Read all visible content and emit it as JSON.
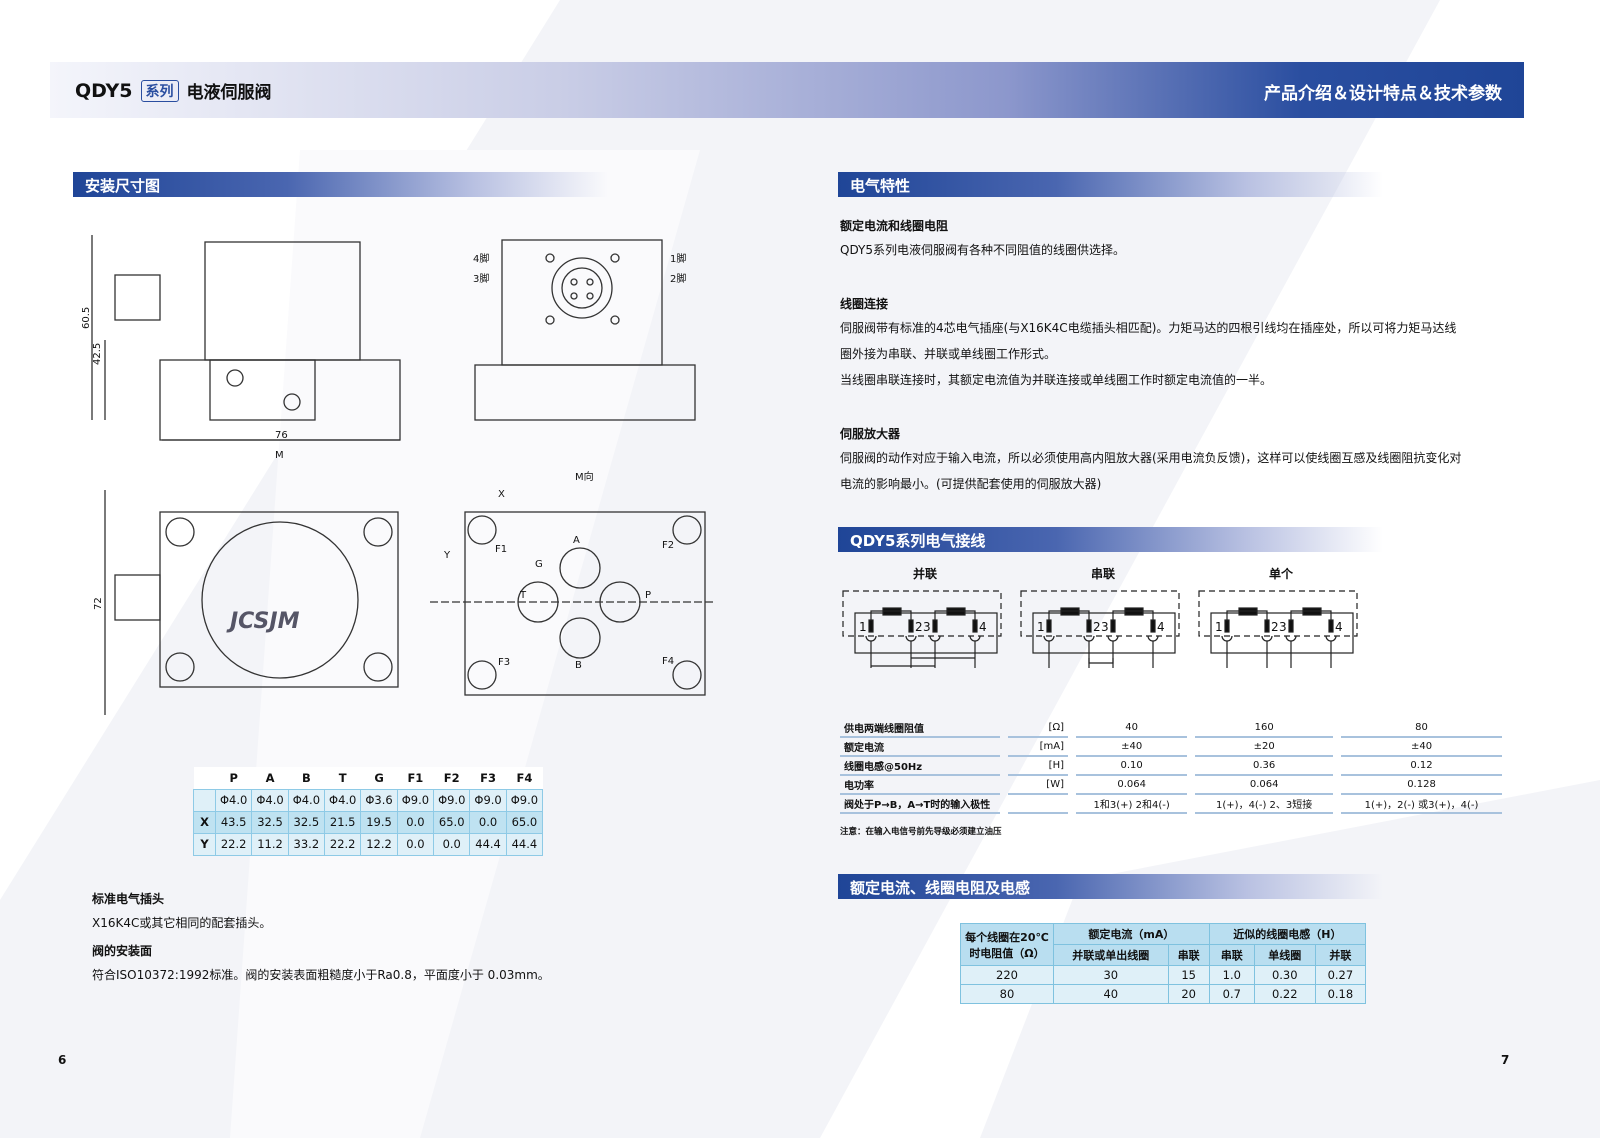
{
  "header": {
    "model": "QDY5",
    "badge": "系列",
    "subtitle": "电液伺服阀",
    "right_title": "产品介绍＆设计特点＆技术参数"
  },
  "left": {
    "section_title": "安装尺寸图",
    "drawing_labels": {
      "h605": "60.5",
      "h425": "42.5",
      "w76": "76",
      "m": "M",
      "pin4": "4脚",
      "pin3": "3脚",
      "pin1": "1脚",
      "pin2": "2脚",
      "h72": "72",
      "mdir": "M向",
      "x": "X",
      "y": "Y",
      "f1": "F1",
      "f2": "F2",
      "f3": "F3",
      "f4": "F4",
      "a": "A",
      "b": "B",
      "t": "T",
      "p": "P",
      "g": "G",
      "logo": "JCSJM"
    },
    "dim_table": {
      "headers": [
        "P",
        "A",
        "B",
        "T",
        "G",
        "F1",
        "F2",
        "F3",
        "F4"
      ],
      "rows": [
        {
          "label": "",
          "values": [
            "Φ4.0",
            "Φ4.0",
            "Φ4.0",
            "Φ4.0",
            "Φ3.6",
            "Φ9.0",
            "Φ9.0",
            "Φ9.0",
            "Φ9.0"
          ]
        },
        {
          "label": "X",
          "values": [
            "43.5",
            "32.5",
            "32.5",
            "21.5",
            "19.5",
            "0.0",
            "65.0",
            "0.0",
            "65.0"
          ]
        },
        {
          "label": "Y",
          "values": [
            "22.2",
            "11.2",
            "33.2",
            "22.2",
            "12.2",
            "0.0",
            "0.0",
            "44.4",
            "44.4"
          ]
        }
      ]
    },
    "plug_title": "标准电气插头",
    "plug_text": "X16K4C或其它相同的配套插头。",
    "mount_title": "阀的安装面",
    "mount_text": "符合ISO10372:1992标准。阀的安装表面粗糙度小于Ra0.8，平面度小于 0.03mm。",
    "page_number": "6"
  },
  "right": {
    "section_electrical": "电气特性",
    "rated_title": "额定电流和线圈电阻",
    "rated_text": "QDY5系列电液伺服阀有各种不同阻值的线圈供选择。",
    "coil_title": "线圈连接",
    "coil_text1": "伺服阀带有标准的4芯电气插座(与X16K4C电缆插头相匹配)。力矩马达的四根引线均在插座处，所以可将力矩马达线",
    "coil_text2": "圈外接为串联、并联或单线圈工作形式。",
    "coil_text3": "当线圈串联连接时，其额定电流值为并联连接或单线圈工作时额定电流值的一半。",
    "amp_title": "伺服放大器",
    "amp_text1": "伺服阀的动作对应于输入电流，所以必须使用高内阻放大器(采用电流负反馈)，这样可以使线圈互感及线圈阻抗变化对",
    "amp_text2": "电流的影响最小。(可提供配套使用的伺服放大器)",
    "section_wiring": "QDY5系列电气接线",
    "wiring": [
      {
        "title": "并联",
        "pins": [
          "1",
          "2",
          "3",
          "4"
        ]
      },
      {
        "title": "串联",
        "pins": [
          "1",
          "2",
          "3",
          "4"
        ]
      },
      {
        "title": "单个",
        "pins": [
          "1",
          "2",
          "3",
          "4"
        ]
      }
    ],
    "elec_table": [
      {
        "name": "供电两端线圈阻值",
        "unit": "[Ω]",
        "values": [
          "40",
          "160",
          "80"
        ]
      },
      {
        "name": "额定电流",
        "unit": "[mA]",
        "values": [
          "±40",
          "±20",
          "±40"
        ]
      },
      {
        "name": "线圈电感@50Hz",
        "unit": "[H]",
        "values": [
          "0.10",
          "0.36",
          "0.12"
        ]
      },
      {
        "name": "电功率",
        "unit": "[W]",
        "values": [
          "0.064",
          "0.064",
          "0.128"
        ]
      },
      {
        "name": "阀处于P→B，A→T时的输入极性",
        "unit": "",
        "values": [
          "1和3(+) 2和4(-)",
          "1(+)，4(-) 2、3短接",
          "1(+)，2(-) 或3(+)，4(-)"
        ]
      }
    ],
    "note": "注意：在输入电信号前先导级必须建立油压",
    "section_rated": "额定电流、线圈电阻及电感",
    "rated_table": {
      "h_res": "每个线圈在20℃时电阻值（Ω）",
      "h_cur": "额定电流（mA）",
      "h_ind": "近似的线圈电感（H）",
      "sub": [
        "并联或单出线圈",
        "串联",
        "串联",
        "单线圈",
        "并联"
      ],
      "rows": [
        [
          "220",
          "30",
          "15",
          "1.0",
          "0.30",
          "0.27"
        ],
        [
          "80",
          "40",
          "20",
          "0.7",
          "0.22",
          "0.18"
        ]
      ]
    },
    "page_number": "7"
  }
}
